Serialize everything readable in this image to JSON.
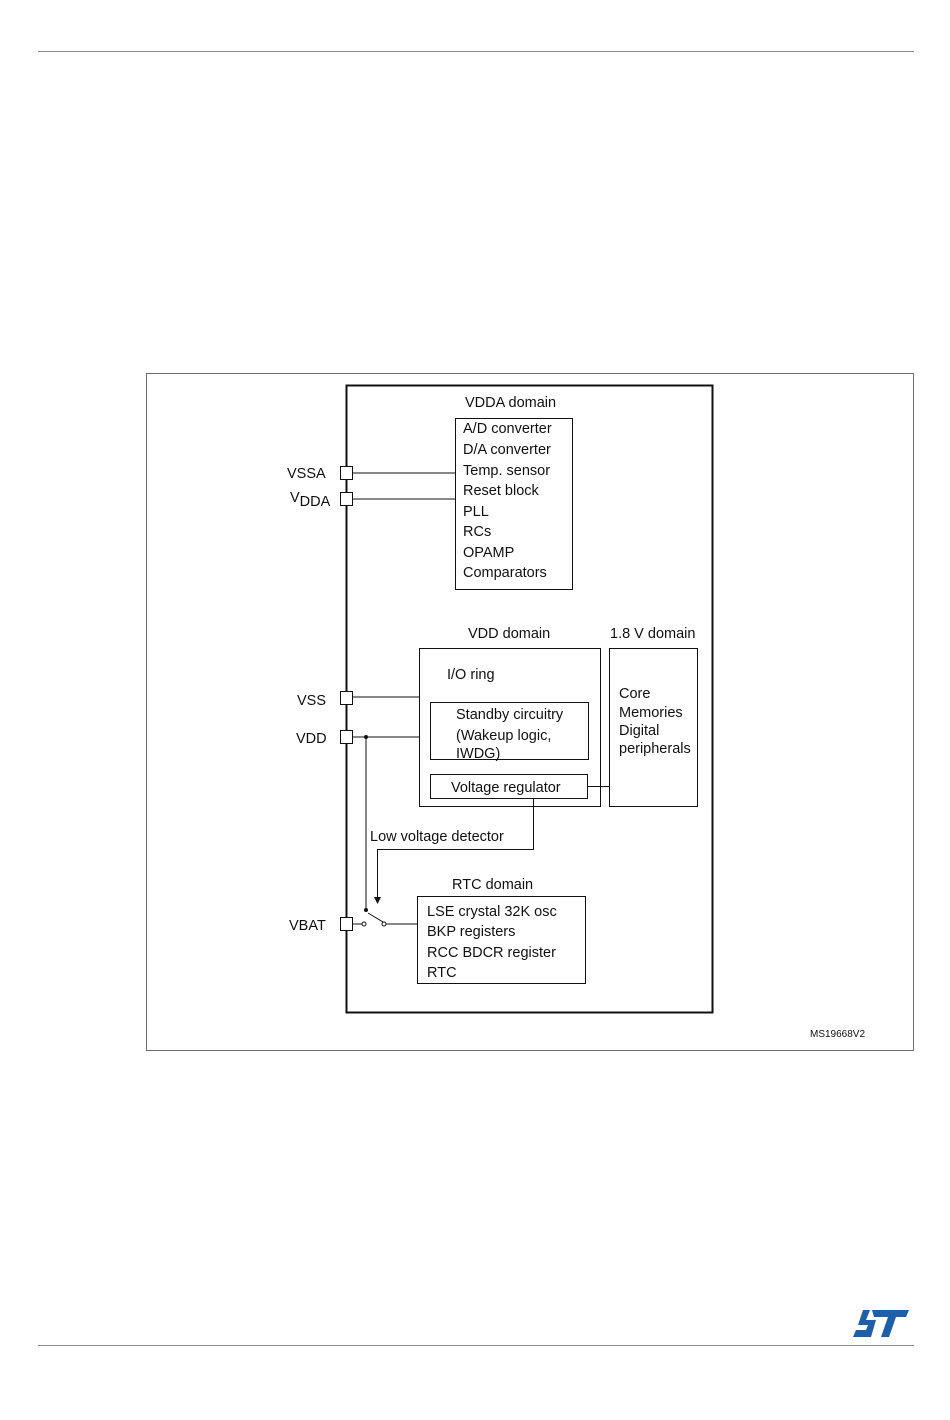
{
  "diagram": {
    "vdda_domain": {
      "title": "VDDA domain",
      "items": [
        "A/D converter",
        "D/A converter",
        "Temp. sensor",
        "Reset block",
        "PLL",
        "RCs",
        "OPAMP",
        "Comparators"
      ]
    },
    "vdd_domain": {
      "title": "VDD domain",
      "io_ring": "I/O ring",
      "standby": [
        "Standby circuitry",
        "(Wakeup logic,",
        "IWDG)"
      ],
      "regulator": "Voltage regulator"
    },
    "core_domain": {
      "title": "1.8 V domain",
      "items": [
        "Core",
        "Memories",
        "Digital",
        "peripherals"
      ]
    },
    "low_voltage_detector": "Low voltage detector",
    "rtc_domain": {
      "title": "RTC domain",
      "items": [
        "LSE crystal 32K osc",
        "BKP registers",
        "RCC BDCR register",
        "RTC"
      ]
    },
    "pins": {
      "vssa": "VSSA",
      "vdda_main": "V",
      "vdda_sub": "DDA",
      "vss": "VSS",
      "vdd": "VDD",
      "vbat": "VBAT"
    },
    "reference": "MS19668V2"
  },
  "logo": {
    "name": "st-logo-icon",
    "color": "#1f5fa8"
  }
}
